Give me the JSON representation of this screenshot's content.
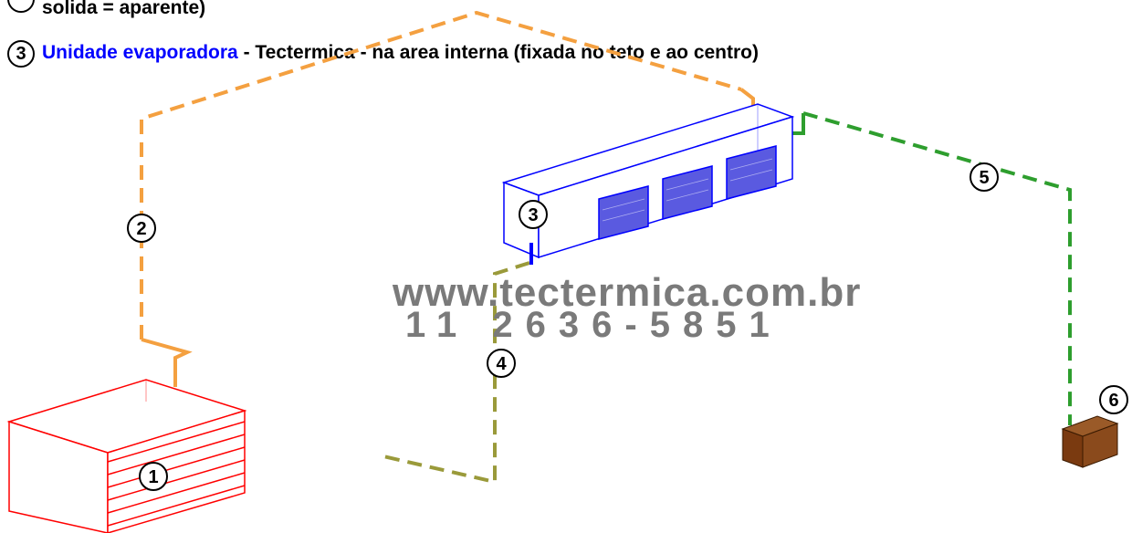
{
  "legend": {
    "line_2_tail": "solida = aparente)",
    "line_3": {
      "badge": "3",
      "highlight": "Unidade evaporadora",
      "rest": " - Tectermica - na area interna (fixada no teto e ao centro)"
    }
  },
  "watermark": {
    "url": "www.tectermica.com.br",
    "phone": "11 2636-5851"
  },
  "markers": {
    "m1": "1",
    "m2": "2",
    "m3": "3",
    "m4": "4",
    "m5": "5",
    "m6": "6"
  },
  "colors": {
    "condenser": "#ff0000",
    "evaporator": "#0000ff",
    "refrigerant_line": "#f4a040",
    "drain_line": "#9a9a3a",
    "control_line": "#2e9e2e",
    "control_box": "#7a3a10",
    "highlight_text": "#0000ff"
  }
}
